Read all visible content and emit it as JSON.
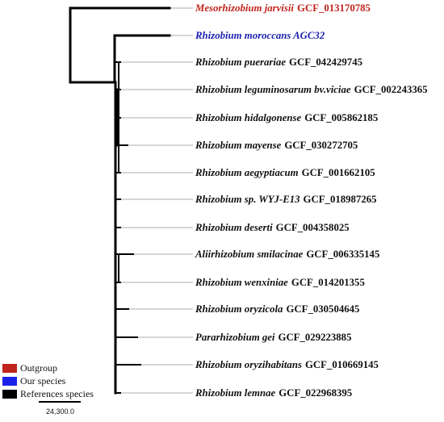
{
  "tree": {
    "taxa": [
      {
        "species": "Mesorhizobium jarvisii",
        "accession": "GCF_013170785",
        "group": "outgroup"
      },
      {
        "species": "Rhizobium moroccans AGC32",
        "accession": "",
        "group": "ours"
      },
      {
        "species": "Rhizobium puerariae",
        "accession": "GCF_042429745",
        "group": "reference"
      },
      {
        "species": "Rhizobium leguminosarum bv.viciae",
        "accession": "GCF_002243365",
        "group": "reference"
      },
      {
        "species": "Rhizobium hidalgonense",
        "accession": "GCF_005862185",
        "group": "reference"
      },
      {
        "species": "Rhizobium mayense",
        "accession": "GCF_030272705",
        "group": "reference"
      },
      {
        "species": "Rhizobium aegyptiacum",
        "accession": "GCF_001662105",
        "group": "reference"
      },
      {
        "species": "Rhizobium sp. WYJ-E13",
        "accession": "GCF_018987265",
        "group": "reference"
      },
      {
        "species": "Rhizobium deserti",
        "accession": "GCF_004358025",
        "group": "reference"
      },
      {
        "species": "Aliirhizobium smilacinae",
        "accession": "GCF_006335145",
        "group": "reference"
      },
      {
        "species": "Rhizobium wenxiniae",
        "accession": "GCF_014201355",
        "group": "reference"
      },
      {
        "species": "Rhizobium oryzicola",
        "accession": "GCF_030504645",
        "group": "reference"
      },
      {
        "species": "Pararhizobium gei",
        "accession": "GCF_029223885",
        "group": "reference"
      },
      {
        "species": "Rhizobium oryzihabitans",
        "accession": "GCF_010669145",
        "group": "reference"
      },
      {
        "species": "Rhizobium lemnae",
        "accession": "GCF_022968395",
        "group": "reference"
      }
    ]
  },
  "legend": {
    "items": [
      {
        "label": "Outgroup",
        "color": "#c0241c"
      },
      {
        "label": "Our species",
        "color": "#1b21e8"
      },
      {
        "label": "References species",
        "color": "#000000"
      }
    ]
  },
  "scale": {
    "label": "24,300.0"
  },
  "colors": {
    "outgroup": "#c0241c",
    "ours": "#1b21b0",
    "reference": "#111111",
    "branch": "#000000",
    "guide": "#d6d6d6"
  }
}
